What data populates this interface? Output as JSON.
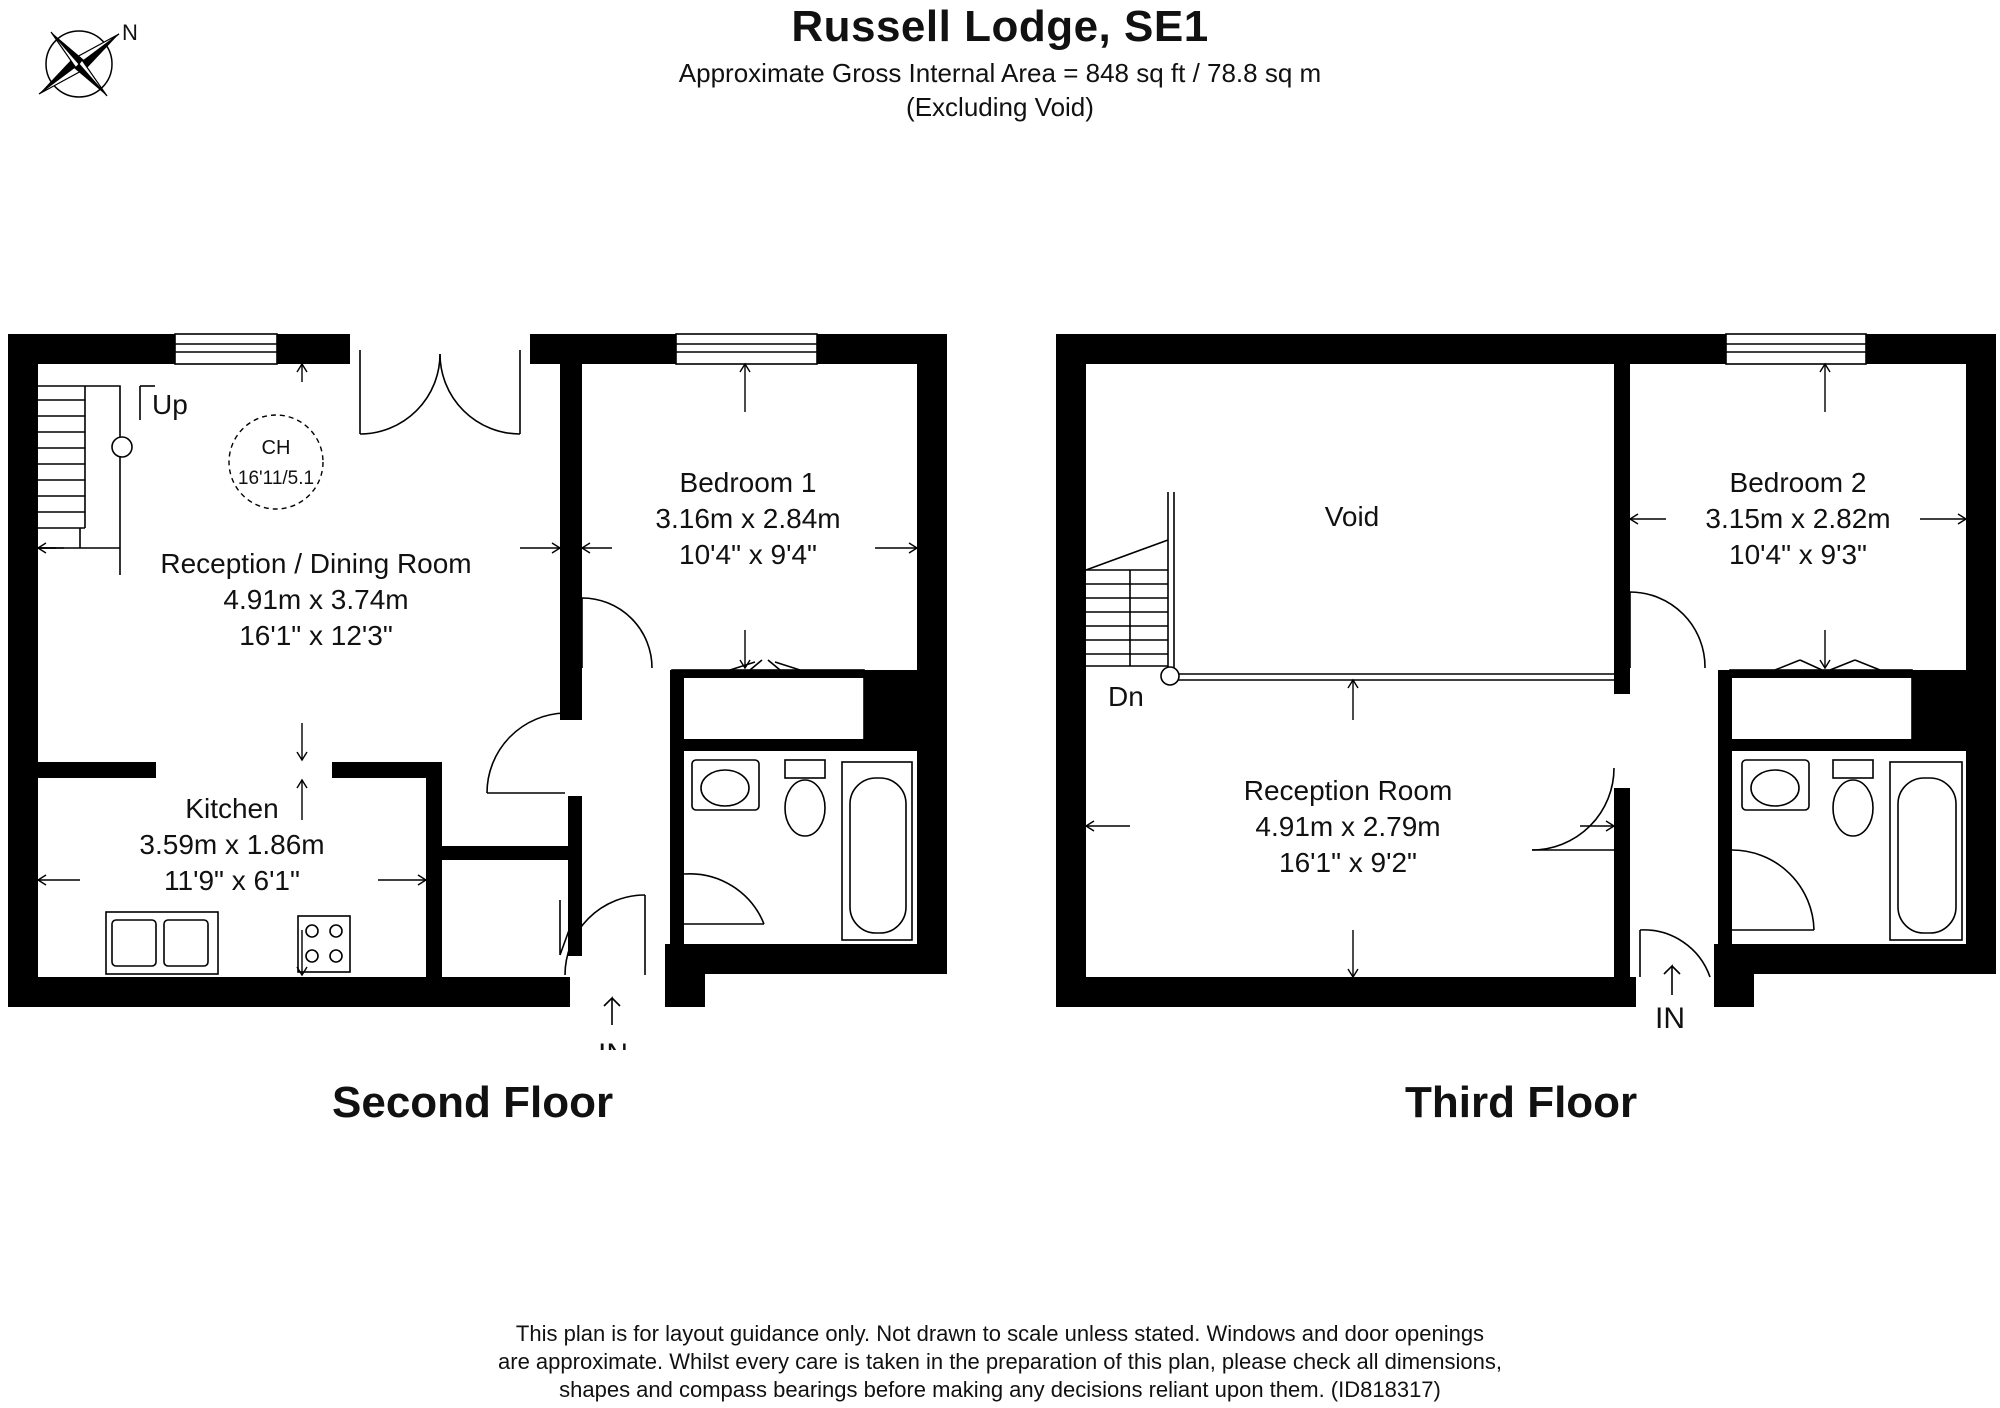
{
  "header": {
    "title": "Russell Lodge, SE1",
    "area": "Approximate Gross Internal Area = 848 sq ft / 78.8 sq m",
    "note": "(Excluding Void)"
  },
  "compass": {
    "label": "N"
  },
  "second_floor": {
    "label": "Second Floor",
    "stairs_label": "Up",
    "ch": {
      "label": "CH",
      "dims": "16'11/5.1"
    },
    "entrance_label": "IN",
    "rooms": {
      "reception": {
        "name": "Reception / Dining Room",
        "metric": "4.91m x 3.74m",
        "imperial": "16'1\" x 12'3\""
      },
      "bedroom1": {
        "name": "Bedroom 1",
        "metric": "3.16m x 2.84m",
        "imperial": "10'4\" x 9'4\""
      },
      "kitchen": {
        "name": "Kitchen",
        "metric": "3.59m x 1.86m",
        "imperial": "11'9\" x 6'1\""
      }
    }
  },
  "third_floor": {
    "label": "Third Floor",
    "stairs_label": "Dn",
    "entrance_label": "IN",
    "rooms": {
      "void": {
        "name": "Void"
      },
      "bedroom2": {
        "name": "Bedroom 2",
        "metric": "3.15m x 2.82m",
        "imperial": "10'4\" x 9'3\""
      },
      "reception": {
        "name": "Reception Room",
        "metric": "4.91m x 2.79m",
        "imperial": "16'1\" x 9'2\""
      }
    }
  },
  "disclaimer": {
    "line1": "This plan is for layout guidance only. Not drawn to scale unless stated. Windows and door openings",
    "line2": "are approximate. Whilst every care is taken in the preparation of this plan, please check all dimensions,",
    "line3": "shapes and compass bearings before making any decisions reliant upon them. (ID818317)"
  }
}
